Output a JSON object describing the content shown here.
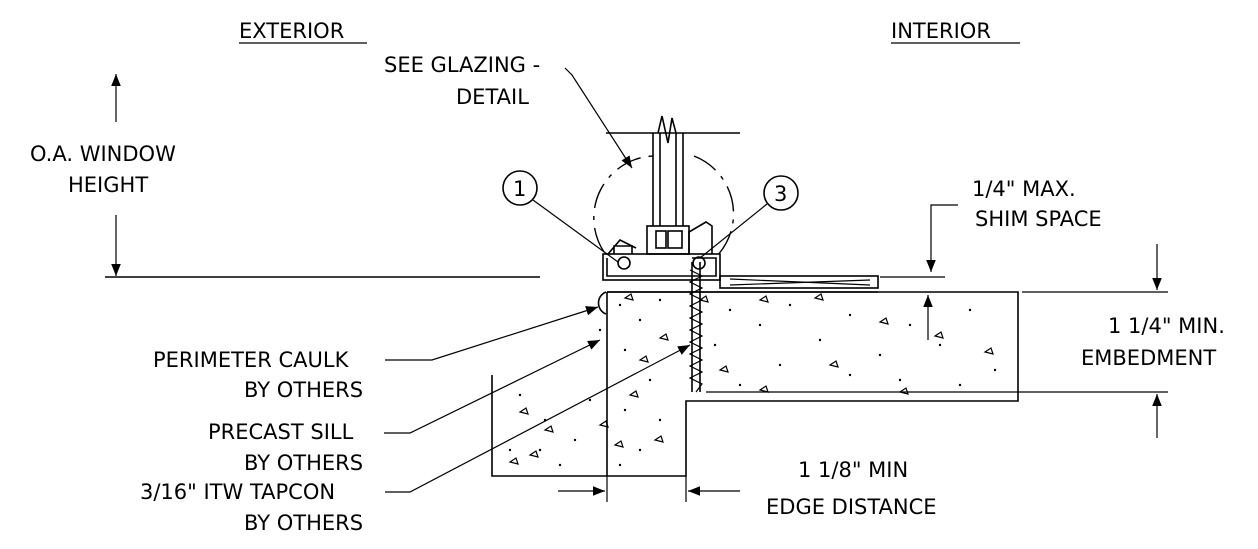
{
  "labels": {
    "exterior": "EXTERIOR",
    "interior": "INTERIOR",
    "see_glazing_1": "SEE GLAZING -",
    "see_glazing_2": "DETAIL",
    "oa_window_1": "O.A. WINDOW",
    "oa_window_2": "HEIGHT",
    "shim_1": "1/4\" MAX.",
    "shim_2": "SHIM SPACE",
    "embed_1": "1 1/4\" MIN.",
    "embed_2": "EMBEDMENT",
    "caulk_1": "PERIMETER CAULK",
    "caulk_2": "BY OTHERS",
    "precast_1": "PRECAST SILL",
    "precast_2": "BY OTHERS",
    "tapcon_1": "3/16\" ITW TAPCON",
    "tapcon_2": "BY OTHERS",
    "edge_1": "1 1/8\" MIN",
    "edge_2": "EDGE DISTANCE"
  },
  "callouts": {
    "left": "1",
    "right": "3"
  }
}
